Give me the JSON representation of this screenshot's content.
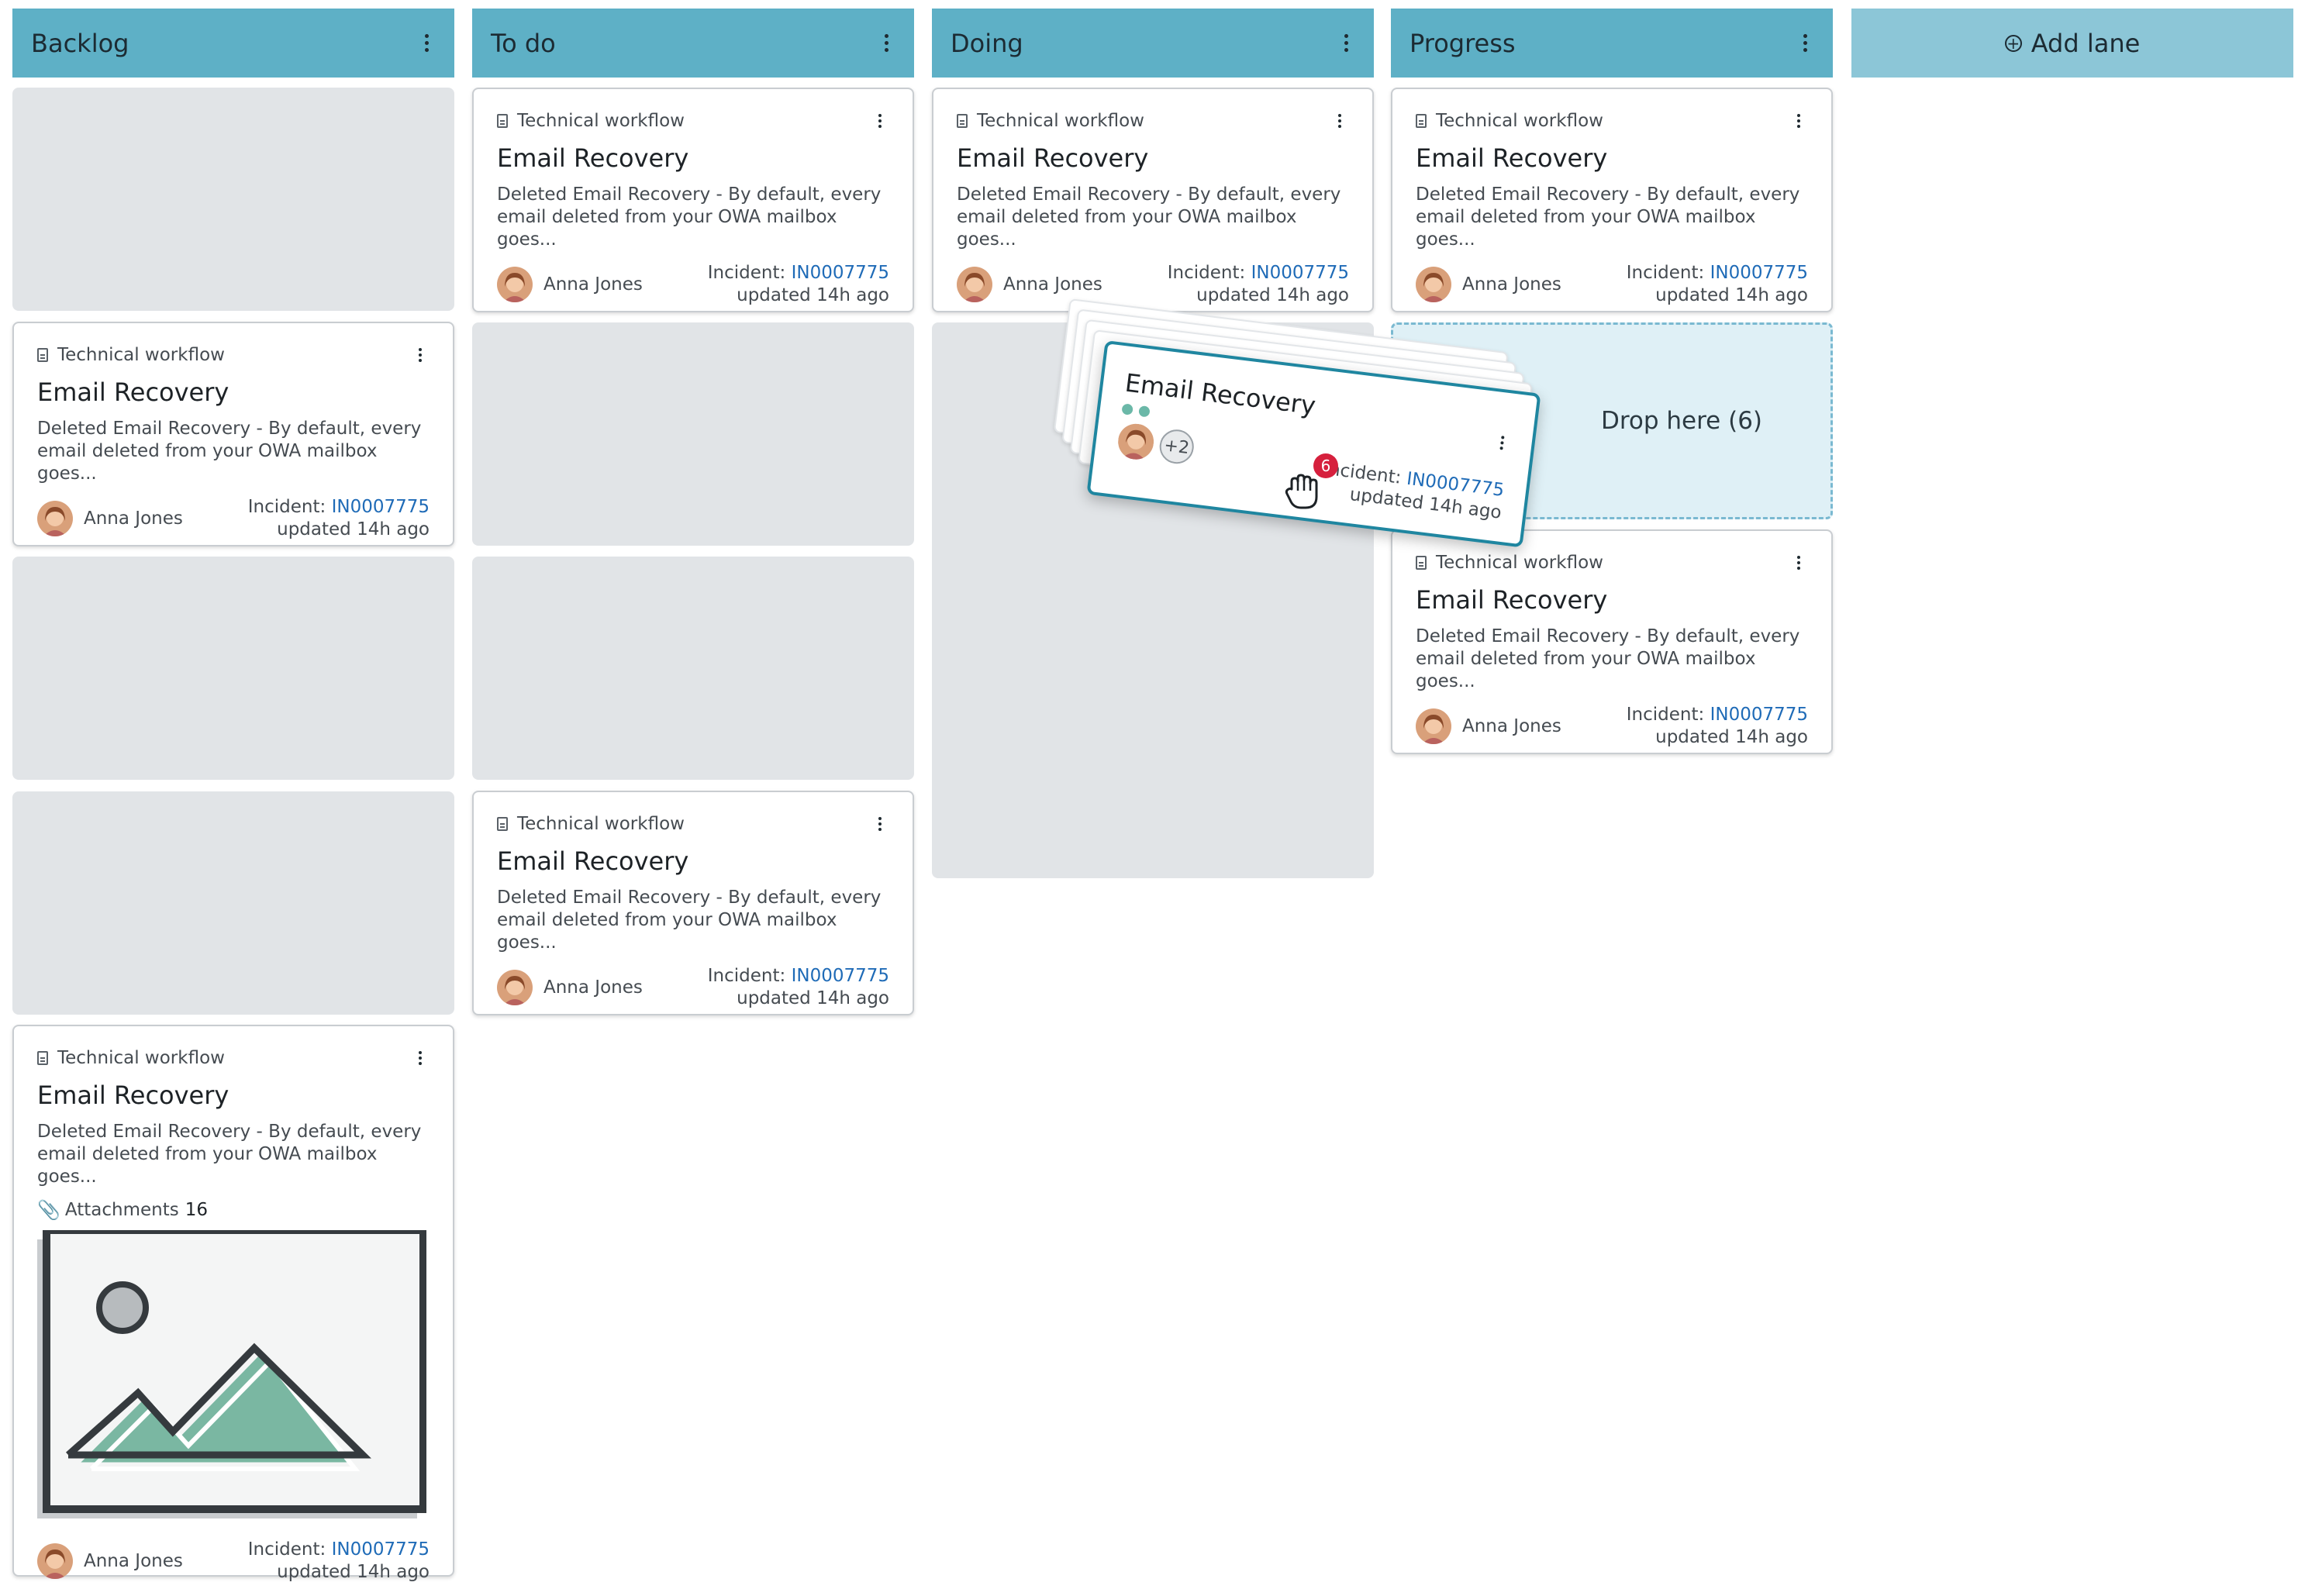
{
  "lanes": [
    {
      "title": "Backlog"
    },
    {
      "title": "To do"
    },
    {
      "title": "Doing"
    },
    {
      "title": "Progress"
    }
  ],
  "add_lane_label": "Add lane",
  "card": {
    "type": "Technical workflow",
    "title": "Email Recovery",
    "desc_line1": "Deleted Email Recovery - By default, every",
    "desc_line2": "email deleted from your OWA mailbox goes...",
    "assignee": "Anna Jones",
    "incident_label": "Incident:",
    "incident_id": "IN0007775",
    "updated": "updated 14h ago"
  },
  "attachment": {
    "label": "Attachments",
    "count": "16"
  },
  "drop_zone_label": "Drop here (6)",
  "drag": {
    "title": "Email Recovery",
    "extra_assignees": "+2",
    "count_badge": "6"
  },
  "colors": {
    "lane_header": "#5eb0c6",
    "add_lane": "#8cc6d7",
    "link": "#1f6bb7",
    "drag_border": "#1f86a0",
    "badge": "#d6203d",
    "drop_zone": "#dff0f6"
  }
}
